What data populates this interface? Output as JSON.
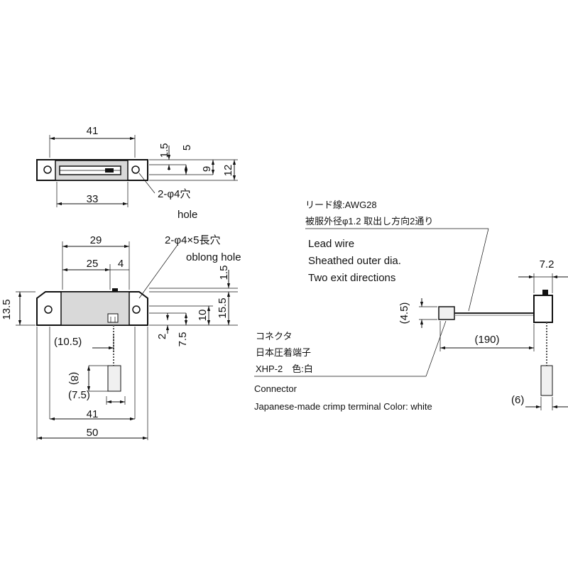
{
  "top_view": {
    "dim_width_41": "41",
    "dim_width_33": "33",
    "dim_1_5": "1.5",
    "dim_5": "5",
    "dim_9": "9",
    "dim_12": "12",
    "hole_spec": "2-φ4穴",
    "hole_en": "hole"
  },
  "front_view": {
    "dim_29": "29",
    "dim_25": "25",
    "dim_4": "4",
    "oblong_spec": "2-φ4×5長穴",
    "oblong_en": "oblong hole",
    "dim_1_5": "1.5",
    "dim_15_5": "15.5",
    "dim_10": "10",
    "dim_13_5": "13.5",
    "dim_2": "2",
    "dim_7_5_right": "7.5",
    "dim_10_5": "(10.5)",
    "dim_8": "(8)",
    "dim_7_5": "(7.5)",
    "dim_41": "41",
    "dim_50": "50"
  },
  "lead_wire": {
    "jp_line1": "リード線:AWG28",
    "jp_line2": "被服外径φ1.2 取出し方向2通り",
    "en_line1": "Lead wire",
    "en_line2": "Sheathed outer dia.",
    "en_line3": "Two exit directions"
  },
  "connector": {
    "jp_line1": "コネクタ",
    "jp_line2": "日本圧着端子",
    "jp_line3": "XHP-2　色:白",
    "en_line1": "Connector",
    "en_line2": "Japanese-made crimp terminal  Color: white"
  },
  "side_view": {
    "dim_7_2": "7.2",
    "dim_4_5": "(4.5)",
    "dim_190": "(190)",
    "dim_6": "(6)"
  }
}
